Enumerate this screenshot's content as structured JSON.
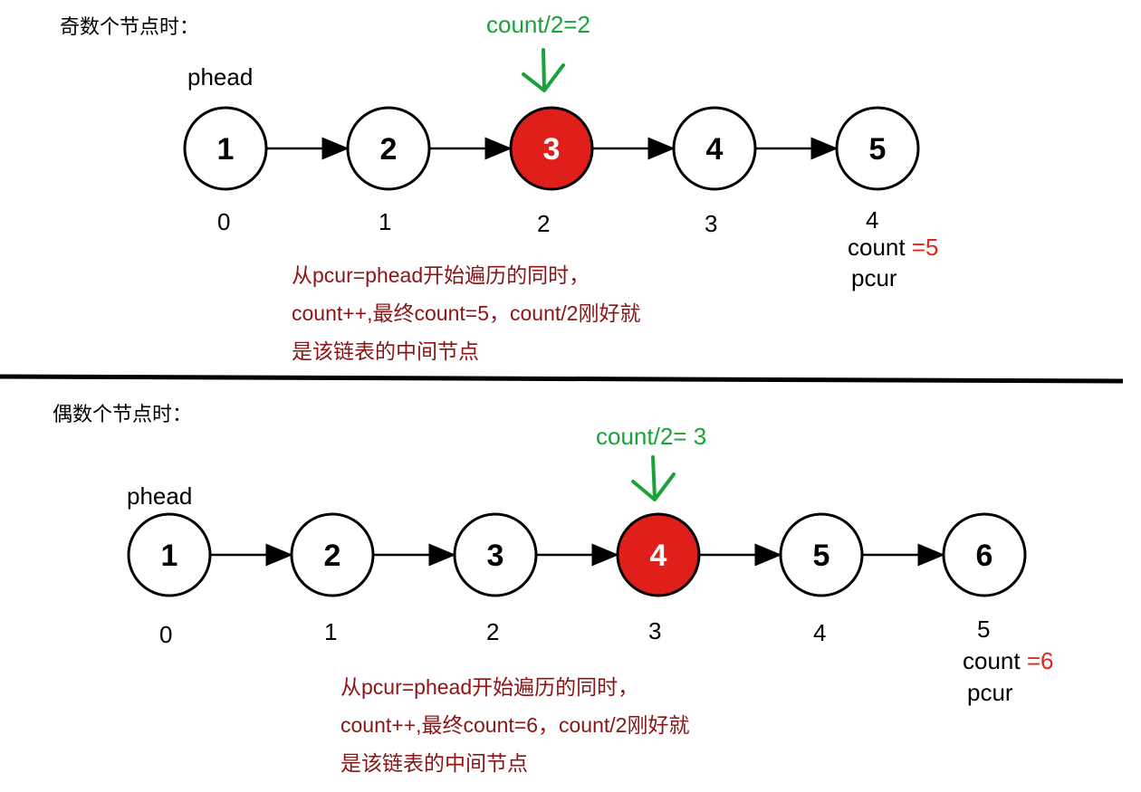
{
  "odd_section": {
    "title": "奇数个节点时：",
    "midpoint_label": "count/2=2",
    "head_label": "phead",
    "nodes": [
      "1",
      "2",
      "3",
      "4",
      "5"
    ],
    "highlight_index": 2,
    "indices": [
      "0",
      "1",
      "2",
      "3",
      "4"
    ],
    "count_prefix": "count ",
    "count_value": "=5",
    "cursor_label": "pcur",
    "explanation": [
      "从pcur=phead开始遍历的同时，",
      "count++,最终count=5，count/2刚好就",
      "是该链表的中间节点"
    ]
  },
  "even_section": {
    "title": "偶数个节点时：",
    "midpoint_label": "count/2= 3",
    "head_label": "phead",
    "nodes": [
      "1",
      "2",
      "3",
      "4",
      "5",
      "6"
    ],
    "highlight_index": 3,
    "indices": [
      "0",
      "1",
      "2",
      "3",
      "4",
      "5"
    ],
    "count_prefix": "count ",
    "count_value": "=6",
    "cursor_label": "pcur",
    "explanation": [
      "从pcur=phead开始遍历的同时，",
      "count++,最终count=6，count/2刚好就",
      "是该链表的中间节点"
    ]
  },
  "colors": {
    "highlight_fill": "#e01f1a",
    "node_fill": "#ffffff",
    "node_stroke": "#000000",
    "arrow_green": "#1aa23a",
    "accent_red": "#e0251b",
    "text_darkred": "#8b1414"
  }
}
